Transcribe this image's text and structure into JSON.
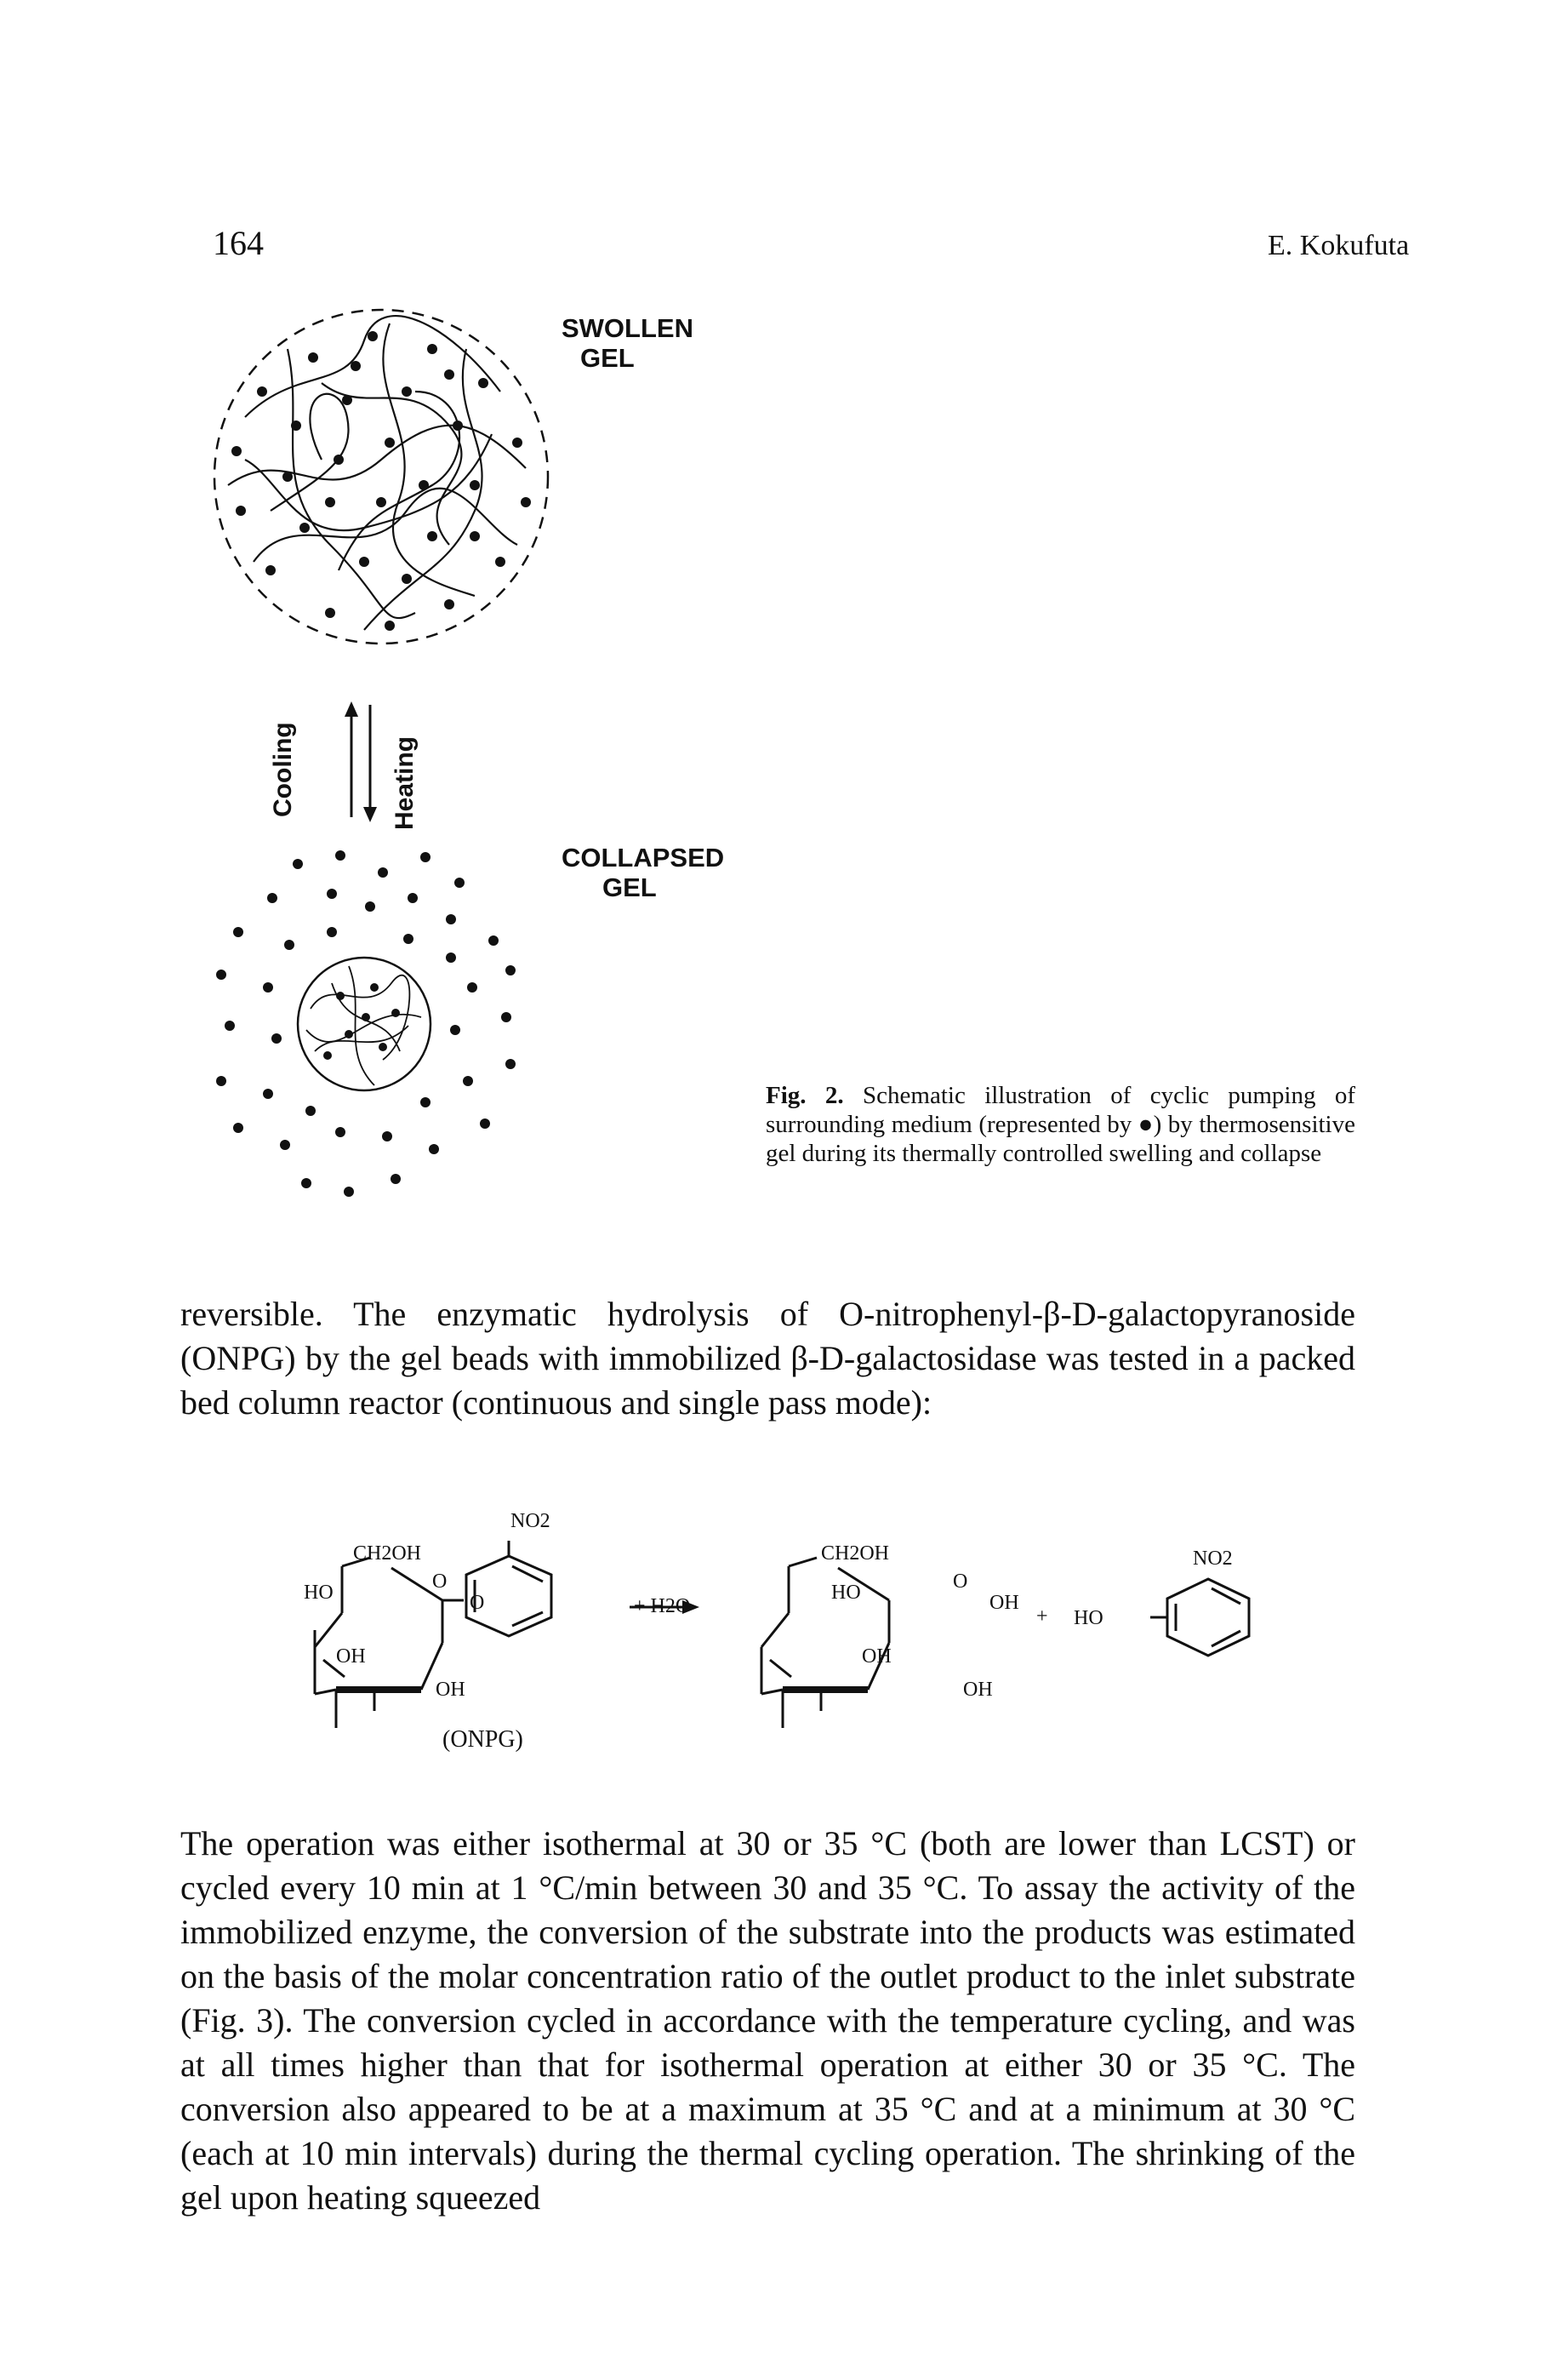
{
  "header": {
    "page_number": "164",
    "author": "E. Kokufuta"
  },
  "figure": {
    "swollen_label": [
      "SWOLLEN",
      "GEL"
    ],
    "collapsed_label": [
      "COLLAPSED",
      "GEL"
    ],
    "cooling": "Cooling",
    "heating": "Heating",
    "caption": {
      "lead": "Fig. 2.",
      "text": "Schematic illustration of cyclic pumping of surrounding medium (represented by ●) by thermosensitive gel during its thermally controlled swelling and collapse"
    }
  },
  "body": {
    "para1": "reversible. The enzymatic hydrolysis of O-nitrophenyl-β-D-galactopyranoside (ONPG) by the gel beads with immobilized β-D-galactosidase was tested in a packed bed column reactor (continuous and single pass mode):",
    "para2": "The operation was either isothermal at 30 or 35 °C (both are lower than LCST) or cycled every 10 min at 1 °C/min between 30 and 35 °C. To assay the activity of the immobilized enzyme, the conversion of the substrate into the products was estimated on the basis of the molar concentration ratio of the outlet product to the inlet substrate (Fig. 3). The conversion cycled in accordance with the temperature cycling, and was at all times higher than that for isothermal operation at either 30 or 35 °C. The conversion also appeared to be at a maximum at 35 °C and at a minimum at 30 °C (each at 10 min intervals) during the thermal cycling operation. The shrinking of the gel upon heating squeezed"
  },
  "scheme": {
    "ch2oh": "CH2OH",
    "no2": "NO2",
    "ho": "HO",
    "oh": "OH",
    "o": "O",
    "plus_water": "+ H2O",
    "plus": "+",
    "ho_phenyl": "HO",
    "onpg": "(ONPG)"
  }
}
